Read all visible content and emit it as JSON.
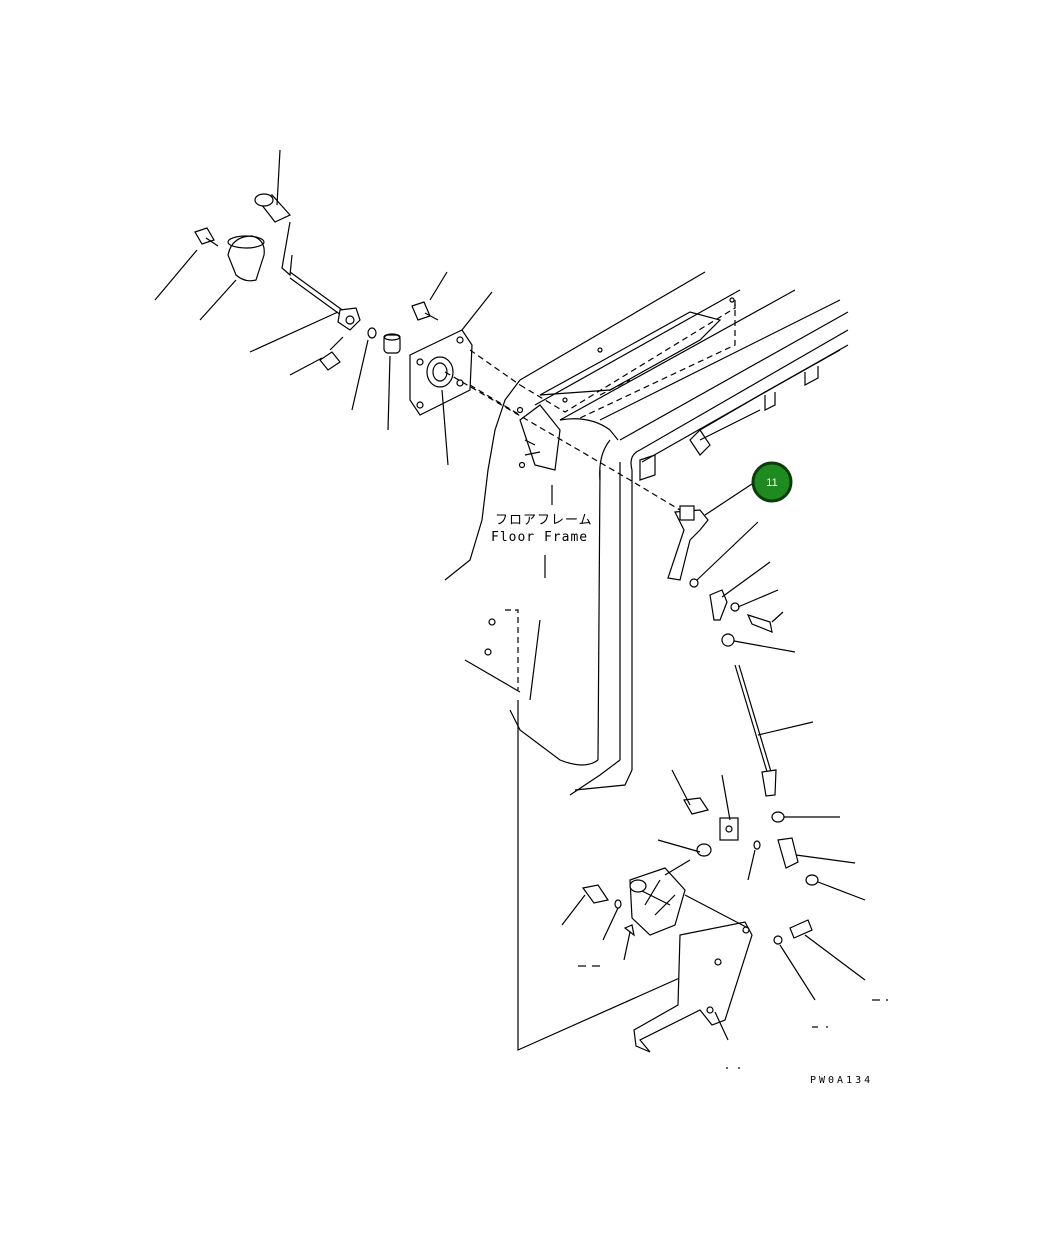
{
  "diagram": {
    "label_jp": "フロアフレーム",
    "label_en": "Floor Frame",
    "drawing_code": "PW0A134",
    "callout": {
      "number": "11",
      "fill": "#1f8a1f",
      "ring": "#0b3d0b"
    }
  }
}
